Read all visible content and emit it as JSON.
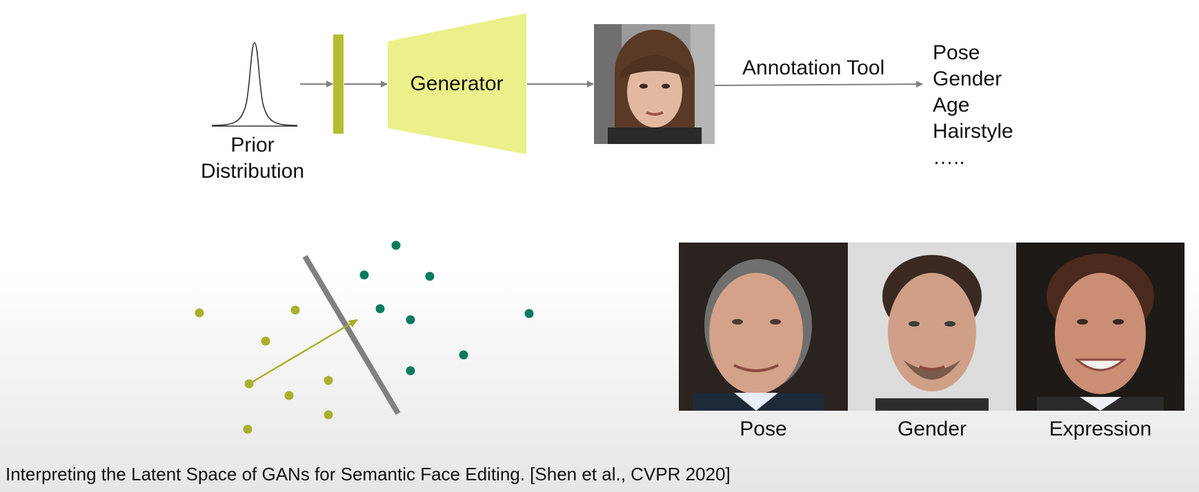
{
  "pipeline": {
    "prior_label_line1": "Prior",
    "prior_label_line2": "Distribution",
    "generator_label": "Generator",
    "annotation_tool_label": "Annotation Tool",
    "attributes": [
      "Pose",
      "Gender",
      "Age",
      "Hairstyle",
      "….."
    ]
  },
  "latent": {
    "class_a_color": "#a8b02e",
    "class_b_color": "#0a7a60",
    "boundary_color": "#808080"
  },
  "faces": {
    "captions": [
      "Pose",
      "Gender",
      "Expression"
    ]
  },
  "citation": "Interpreting the Latent Space of GANs for Semantic Face Editing. [Shen et al., CVPR 2020]",
  "colors": {
    "generator_fill": "#ecf08a",
    "bar_fill": "#b4bd32",
    "arrow": "#808080"
  }
}
